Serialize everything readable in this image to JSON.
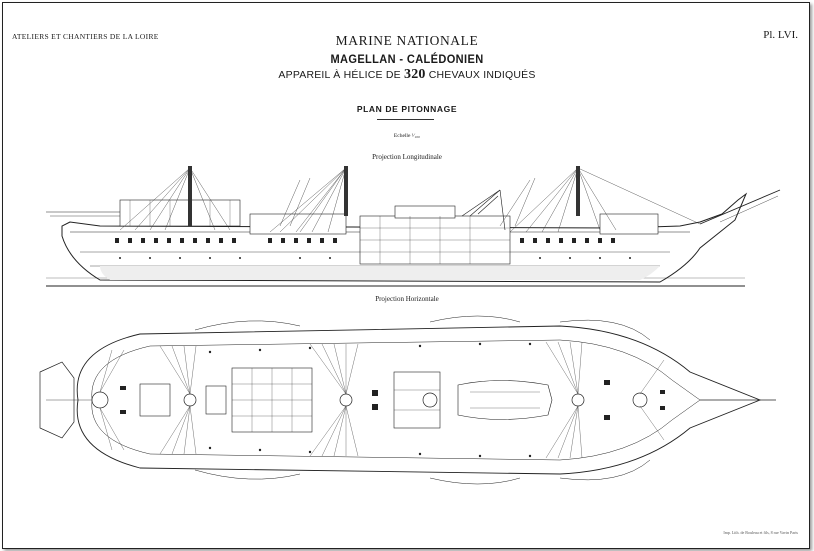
{
  "header": {
    "shipyard": "ATELIERS ET CHANTIERS DE LA LOIRE",
    "plate": "Pl. LVI."
  },
  "titles": {
    "organization": "MARINE NATIONALE",
    "ship": "MAGELLAN - CALÉDONIEN",
    "engine_prefix": "APPAREIL À HÉLICE DE",
    "engine_power": "320",
    "engine_suffix": "CHEVAUX INDIQUÉS",
    "plan_name": "PLAN DE PITONNAGE",
    "scale": "Echelle ¹⁄₁₀₀"
  },
  "views": {
    "longitudinal": "Projection Longitudinale",
    "horizontal": "Projection Horizontale"
  },
  "footer": {
    "print_note": "Imp. Lith. de Bouleau et fils, 8 rue Vavin Paris"
  }
}
